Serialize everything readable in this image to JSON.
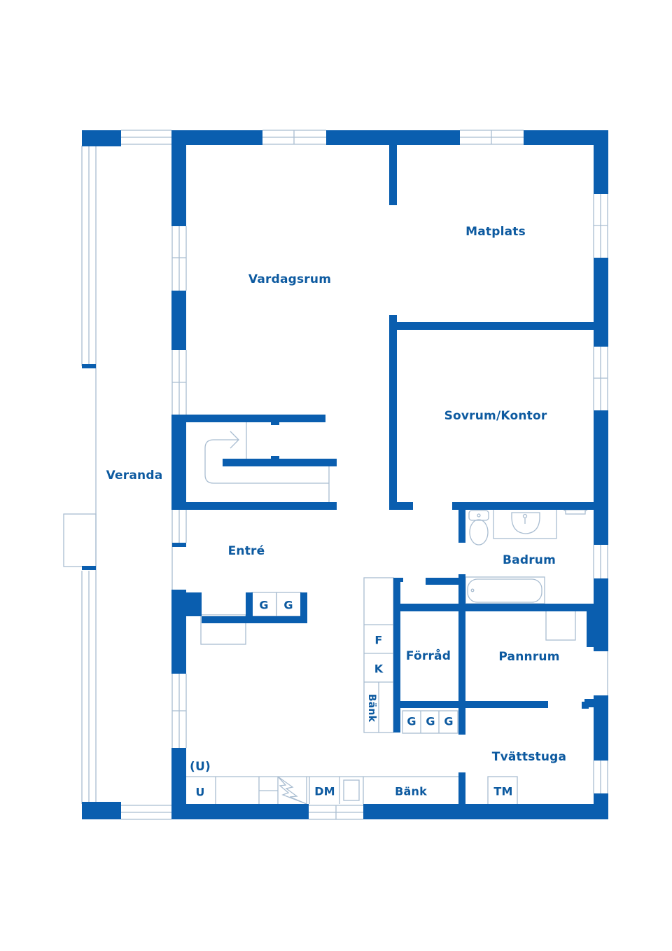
{
  "colors": {
    "wall": "#0a5eaf",
    "line": "#a9bdd1",
    "label": "#0d5aa0",
    "background": "#ffffff"
  },
  "rooms": {
    "veranda": "Veranda",
    "vardagsrum": "Vardagsrum",
    "matplats": "Matplats",
    "sovrum_kontor": "Sovrum/Kontor",
    "entre": "Entré",
    "badrum": "Badrum",
    "forrad": "Förråd",
    "pannrum": "Pannrum",
    "tvattstuga": "Tvättstuga"
  },
  "fixtures": {
    "hall_wardrobes": [
      "G",
      "G"
    ],
    "forrad_wardrobes": [
      "G",
      "G",
      "G"
    ],
    "fridge": "F",
    "freezer": "K",
    "side_counter": "Bänk",
    "oven_optional": "(U)",
    "oven": "U",
    "dishwasher": "DM",
    "counter": "Bänk",
    "washing_machine": "TM"
  },
  "icons": [
    "stair-arrow-icon",
    "toilet-icon",
    "sink-icon",
    "bathtub-icon",
    "towel-rail-icon",
    "kitchen-sink-icon"
  ]
}
